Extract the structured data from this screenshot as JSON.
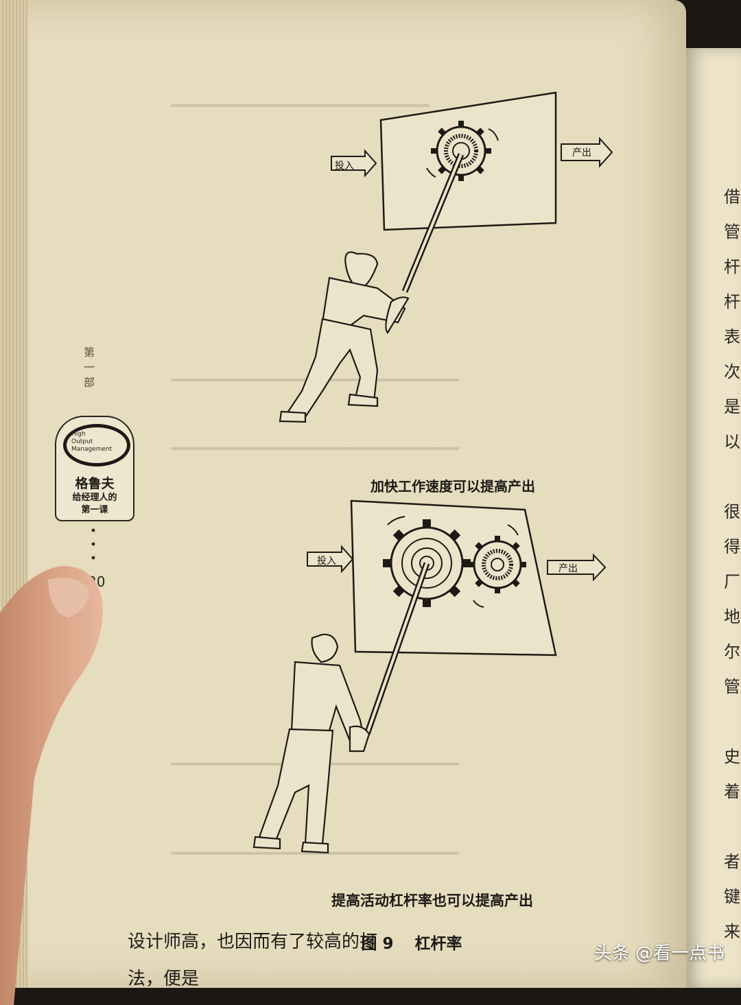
{
  "book": {
    "logo_line1": "High",
    "logo_line2": "Output",
    "logo_line3": "Management",
    "title": "格鲁夫",
    "subtitle_line1": "给经理人的",
    "subtitle_line2": "第一课",
    "chapter_label": "第一部",
    "page_number_fragment": "20"
  },
  "figure": {
    "top_input_label": "投入",
    "top_output_label": "产出",
    "top_caption": "加快工作速度可以提高产出",
    "bottom_input_label": "投入",
    "bottom_output_label": "产出",
    "bottom_caption": "提高活动杠杆率也可以提高产出",
    "figure_title": "图 9　 杠杆率"
  },
  "body_text": {
    "line1": "设计师高，也因而有了较高的打",
    "line2": "法，便是"
  },
  "right_page_chars": [
    "借",
    "管",
    "杆",
    "杆",
    "表",
    "次",
    "是",
    "以",
    "",
    "很",
    "得",
    "厂",
    "地",
    "尔",
    "管",
    "",
    "史",
    "着",
    "",
    "者",
    "键",
    "来"
  ],
  "watermark": "头条 @看一点书"
}
